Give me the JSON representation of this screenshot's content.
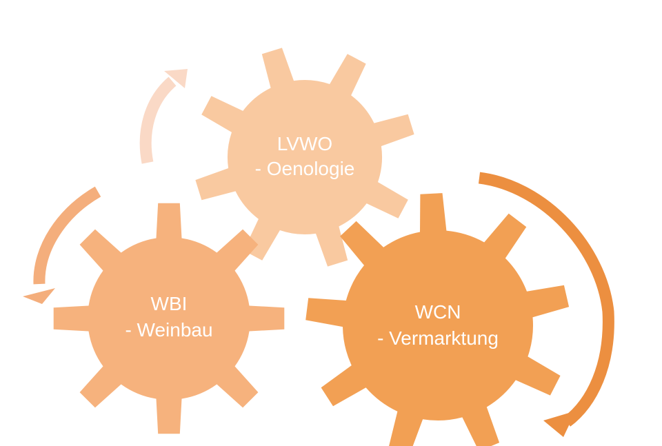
{
  "gears": [
    {
      "id": "lvwo",
      "line1": "LVWO",
      "line2": "- Oenologie",
      "color": "#F9C9A0"
    },
    {
      "id": "wbi",
      "line1": "WBI",
      "line2": "- Weinbau",
      "color": "#F6B27D"
    },
    {
      "id": "wcn",
      "line1": "WCN",
      "line2": "- Vermarktung",
      "color": "#F2A054"
    }
  ],
  "arrows": [
    {
      "id": "top-left",
      "color": "#FAD9C6"
    },
    {
      "id": "left",
      "color": "#F4AE7C"
    },
    {
      "id": "right",
      "color": "#EC8F40"
    }
  ]
}
